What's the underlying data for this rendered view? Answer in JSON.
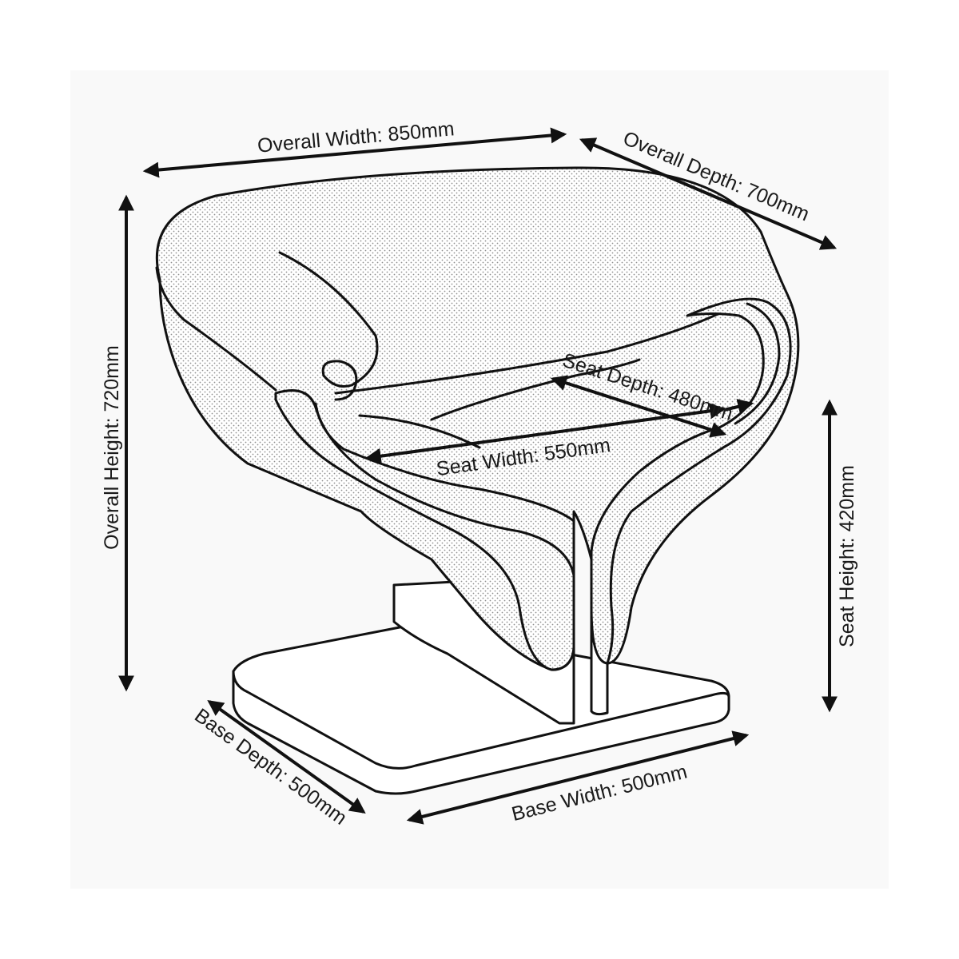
{
  "diagram": {
    "subject": "chair-dimension-drawing",
    "colors": {
      "line": "#111111",
      "panel": "#f9f9f9",
      "fill": "#ffffff",
      "dot": "#9a9a9a"
    },
    "dimensions": {
      "overall_width": "Overall Width: 850mm",
      "overall_depth": "Overall Depth: 700mm",
      "overall_height": "Overall Height: 720mm",
      "seat_height": "Seat Height: 420mm",
      "seat_depth": "Seat Depth: 480mm",
      "seat_width": "Seat Width: 550mm",
      "base_depth": "Base Depth: 500mm",
      "base_width": "Base Width: 500mm"
    }
  }
}
